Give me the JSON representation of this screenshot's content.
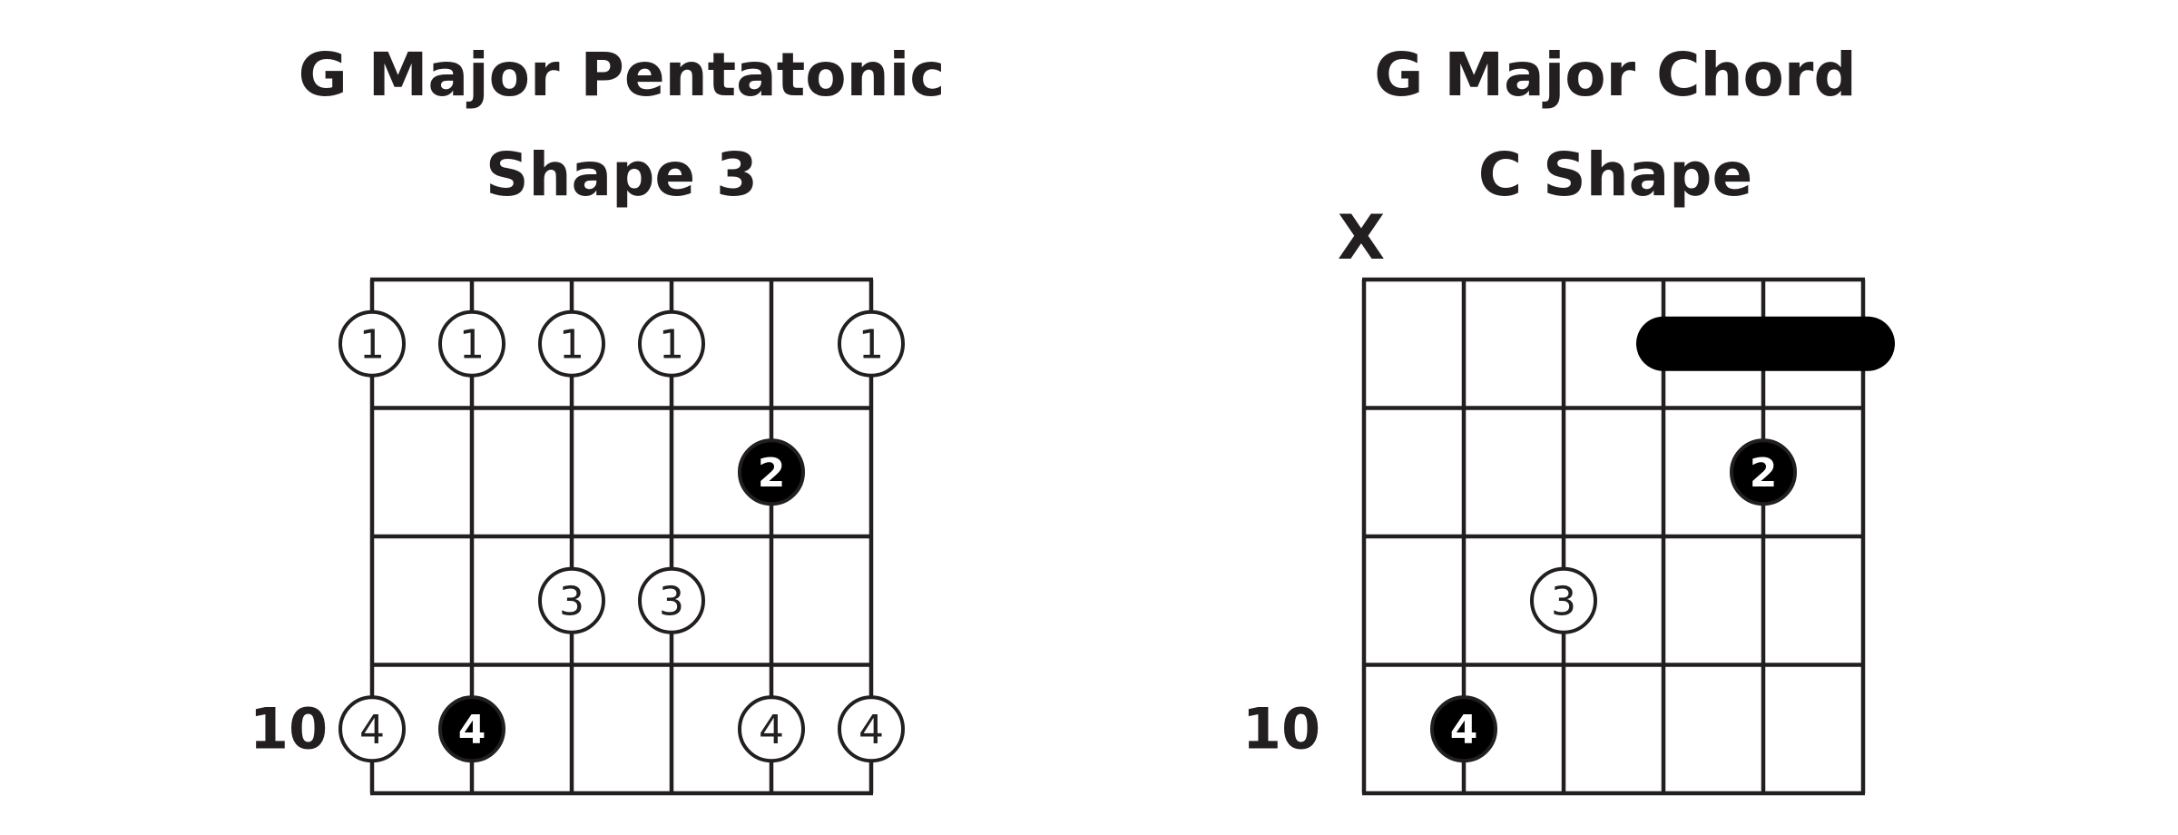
{
  "diagrams": [
    {
      "title_line1": "G Major Pentatonic",
      "title_line2": "Shape 3",
      "fret_label": "10",
      "mute_mark": "",
      "strings": 6,
      "frets": 4,
      "barre": null,
      "dots": [
        {
          "string": 1,
          "fret": 1,
          "finger": "1",
          "filled": false
        },
        {
          "string": 2,
          "fret": 1,
          "finger": "1",
          "filled": false
        },
        {
          "string": 3,
          "fret": 1,
          "finger": "1",
          "filled": false
        },
        {
          "string": 4,
          "fret": 1,
          "finger": "1",
          "filled": false
        },
        {
          "string": 6,
          "fret": 1,
          "finger": "1",
          "filled": false
        },
        {
          "string": 5,
          "fret": 2,
          "finger": "2",
          "filled": true
        },
        {
          "string": 3,
          "fret": 3,
          "finger": "3",
          "filled": false
        },
        {
          "string": 4,
          "fret": 3,
          "finger": "3",
          "filled": false
        },
        {
          "string": 1,
          "fret": 4,
          "finger": "4",
          "filled": false
        },
        {
          "string": 2,
          "fret": 4,
          "finger": "4",
          "filled": true
        },
        {
          "string": 5,
          "fret": 4,
          "finger": "4",
          "filled": false
        },
        {
          "string": 6,
          "fret": 4,
          "finger": "4",
          "filled": false
        }
      ]
    },
    {
      "title_line1": "G Major Chord",
      "title_line2": "C Shape",
      "fret_label": "10",
      "mute_mark": "X",
      "strings": 6,
      "frets": 4,
      "barre": {
        "fret": 1,
        "from_string": 4,
        "to_string": 6
      },
      "dots": [
        {
          "string": 5,
          "fret": 2,
          "finger": "2",
          "filled": true
        },
        {
          "string": 3,
          "fret": 3,
          "finger": "3",
          "filled": false
        },
        {
          "string": 2,
          "fret": 4,
          "finger": "4",
          "filled": true
        }
      ]
    }
  ],
  "colors": {
    "ink": "#231f20",
    "fill": "#000000",
    "background": "#ffffff"
  }
}
